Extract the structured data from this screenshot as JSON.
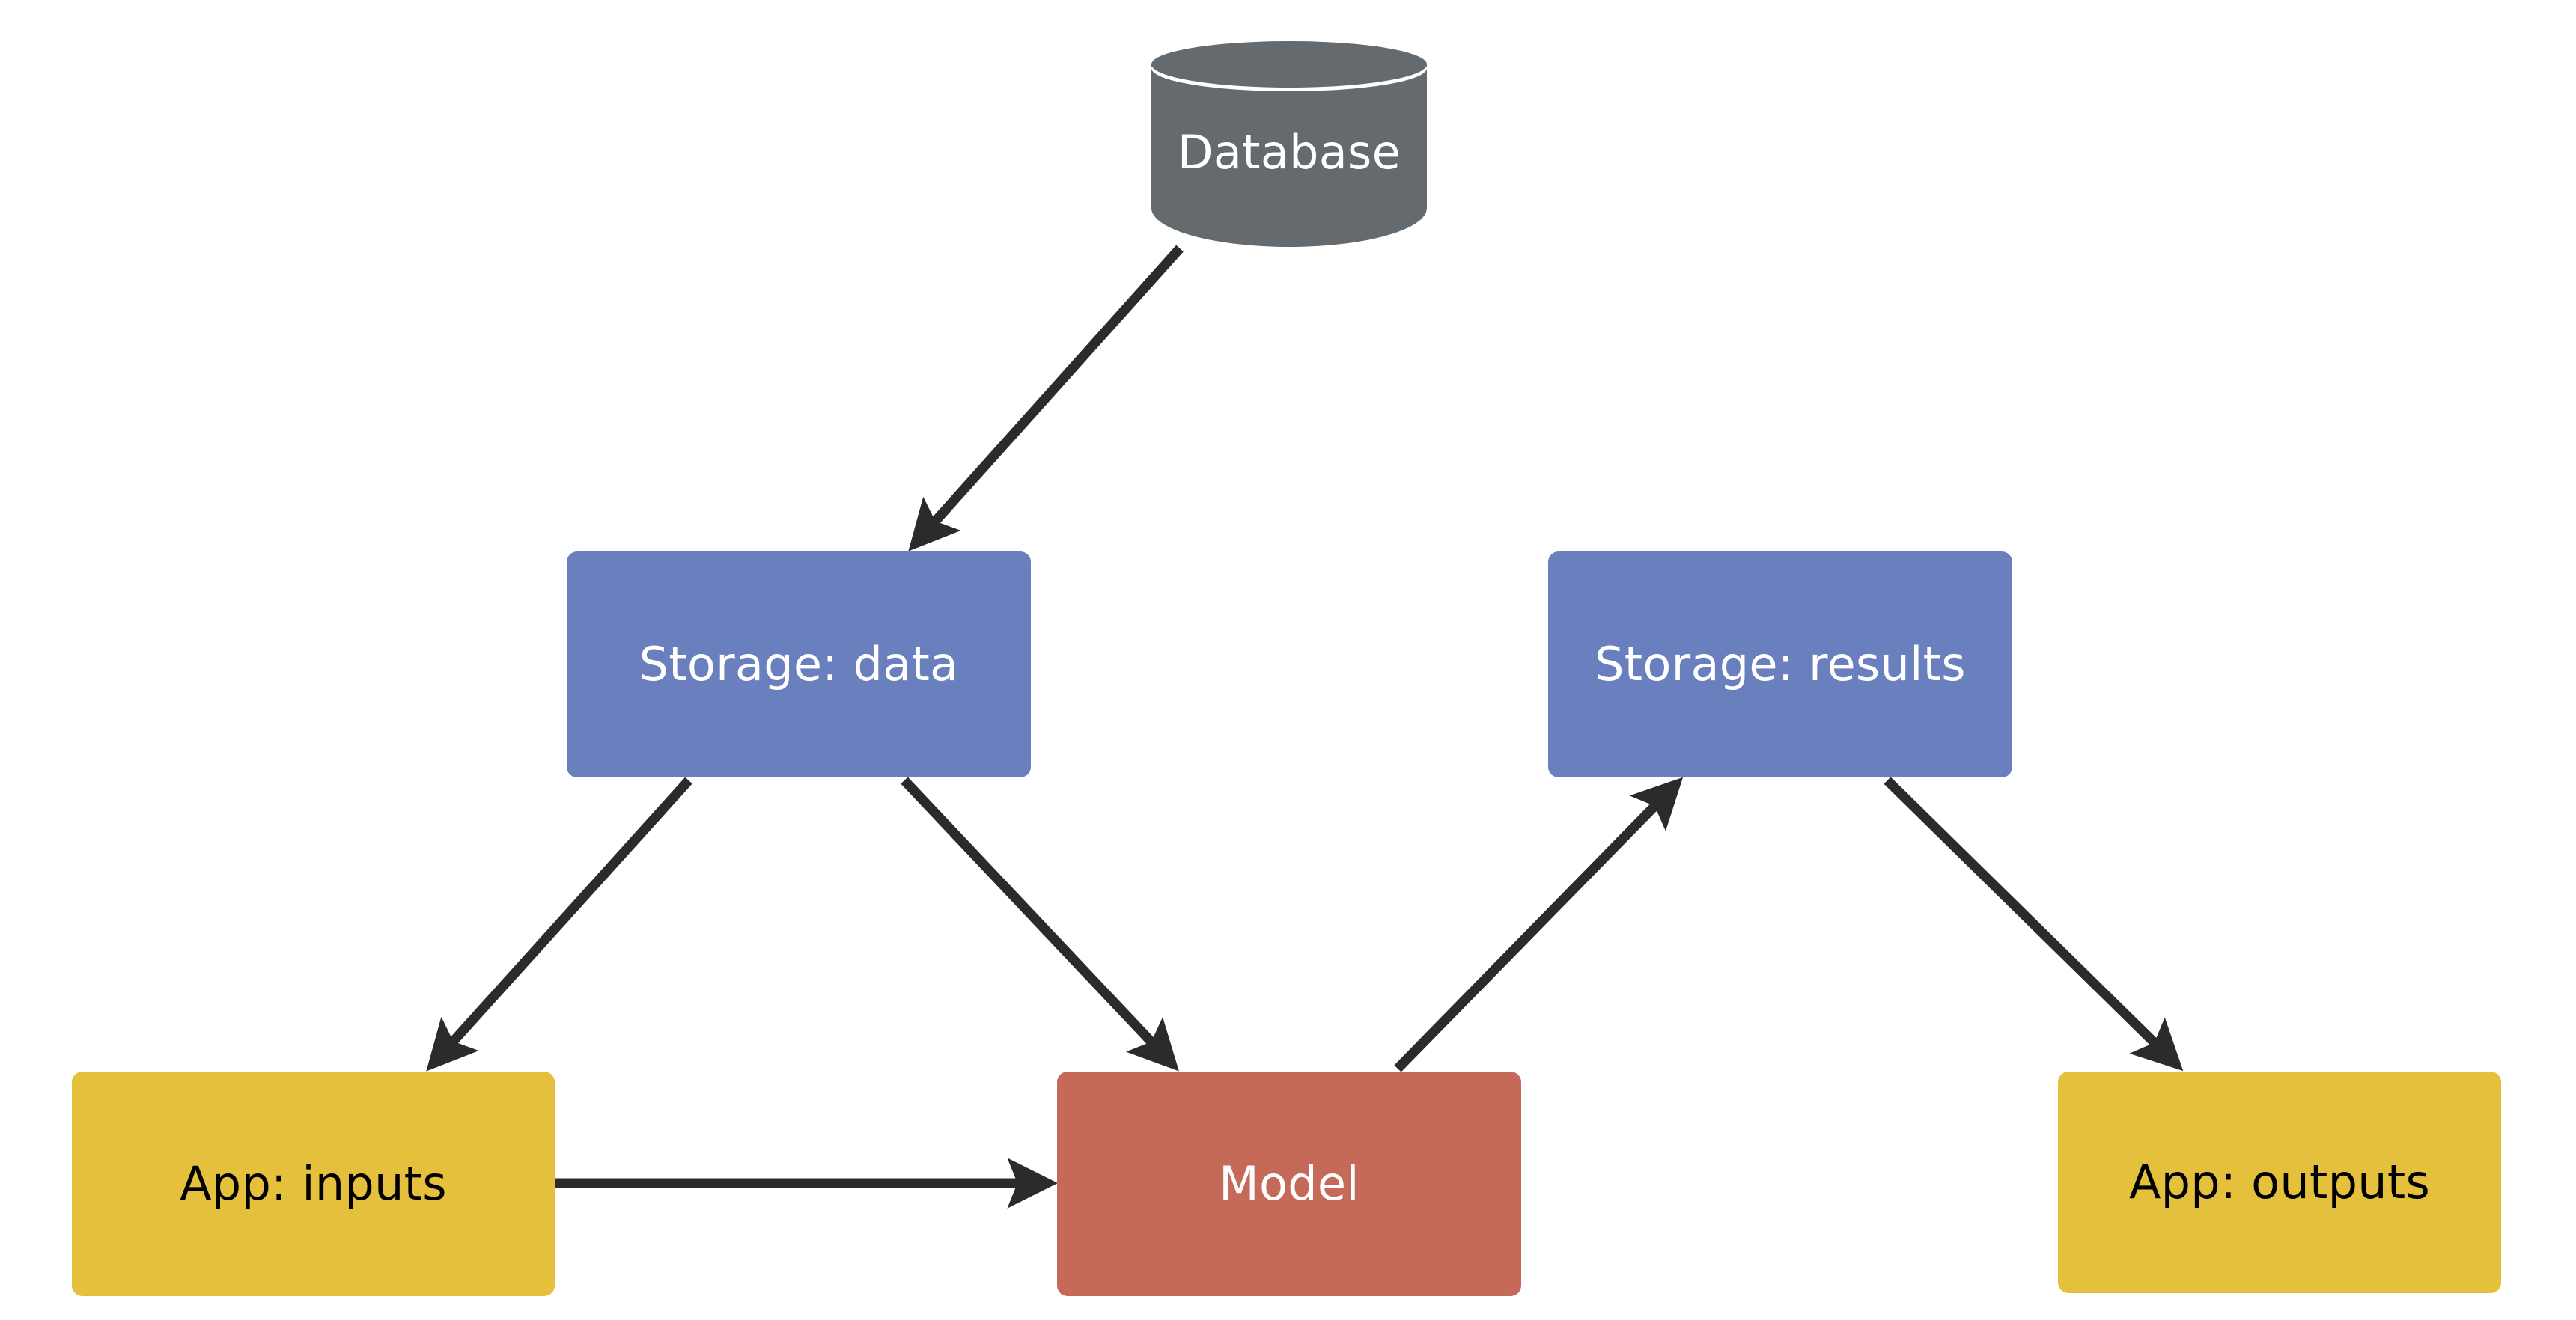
{
  "diagram": {
    "title": "",
    "background_color": "#ffffff",
    "edge_color": "#2b2b2b",
    "nodes": [
      {
        "id": "database",
        "label": "Database",
        "shape": "cylinder",
        "fill": "#646a6e",
        "text_color": "#ffffff"
      },
      {
        "id": "storage_data",
        "label": "Storage: data",
        "shape": "rounded-rect",
        "fill": "#6a7fbe",
        "text_color": "#ffffff"
      },
      {
        "id": "storage_results",
        "label": "Storage: results",
        "shape": "rounded-rect",
        "fill": "#6a7fbe",
        "text_color": "#ffffff"
      },
      {
        "id": "app_inputs",
        "label": "App: inputs",
        "shape": "rounded-rect",
        "fill": "#e5c03d",
        "text_color": "#000000"
      },
      {
        "id": "model",
        "label": "Model",
        "shape": "rounded-rect",
        "fill": "#c56a59",
        "text_color": "#ffffff"
      },
      {
        "id": "app_outputs",
        "label": "App: outputs",
        "shape": "rounded-rect",
        "fill": "#e5c03d",
        "text_color": "#000000"
      }
    ],
    "edges": [
      {
        "id": "database-to-storage-data",
        "from": "database",
        "to": "storage_data",
        "label": "",
        "arrowhead": "filled-triangle"
      },
      {
        "id": "storage-data-to-app-inputs",
        "from": "storage_data",
        "to": "app_inputs",
        "label": "",
        "arrowhead": "filled-triangle"
      },
      {
        "id": "storage-data-to-model",
        "from": "storage_data",
        "to": "model",
        "label": "",
        "arrowhead": "filled-triangle"
      },
      {
        "id": "app-inputs-to-model",
        "from": "app_inputs",
        "to": "model",
        "label": "",
        "arrowhead": "filled-triangle"
      },
      {
        "id": "model-to-storage-results",
        "from": "model",
        "to": "storage_results",
        "label": "",
        "arrowhead": "filled-triangle"
      },
      {
        "id": "storage-results-to-app-outputs",
        "from": "storage_results",
        "to": "app_outputs",
        "label": "",
        "arrowhead": "filled-triangle"
      }
    ]
  }
}
